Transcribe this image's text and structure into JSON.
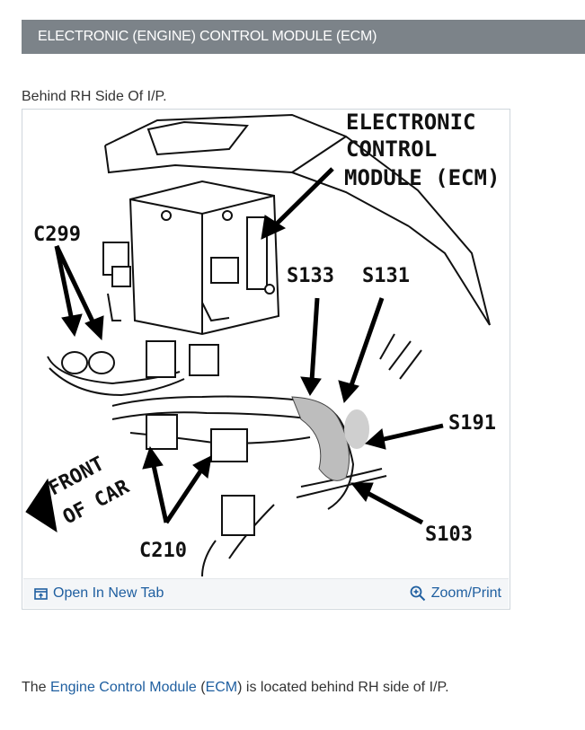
{
  "header": {
    "title": "ELECTRONIC (ENGINE) CONTROL MODULE (ECM)"
  },
  "figure": {
    "caption": "Behind RH Side Of I/P.",
    "labels": {
      "ecm_line1": "ELECTRONIC",
      "ecm_line2": "CONTROL",
      "ecm_line3": "MODULE (ECM)",
      "c299": "C299",
      "s133": "S133",
      "s131": "S131",
      "s191": "S191",
      "s103": "S103",
      "c210": "C210",
      "front_line1": "FRONT",
      "front_line2": "OF CAR"
    },
    "toolbar": {
      "open_tab_label": "Open In New Tab",
      "zoom_label": "Zoom/Print"
    },
    "icons": {
      "open_tab": "open-in-new-tab-icon",
      "zoom": "magnifier-plus-icon"
    }
  },
  "body": {
    "text_prefix": "The ",
    "link_term": "Engine Control Module",
    "text_open_paren": " (",
    "link_abbr": "ECM",
    "text_suffix": ") is located behind RH side of I/P."
  },
  "colors": {
    "header_bg": "#7c8389",
    "link": "#1f5fa0",
    "text": "#333333"
  }
}
